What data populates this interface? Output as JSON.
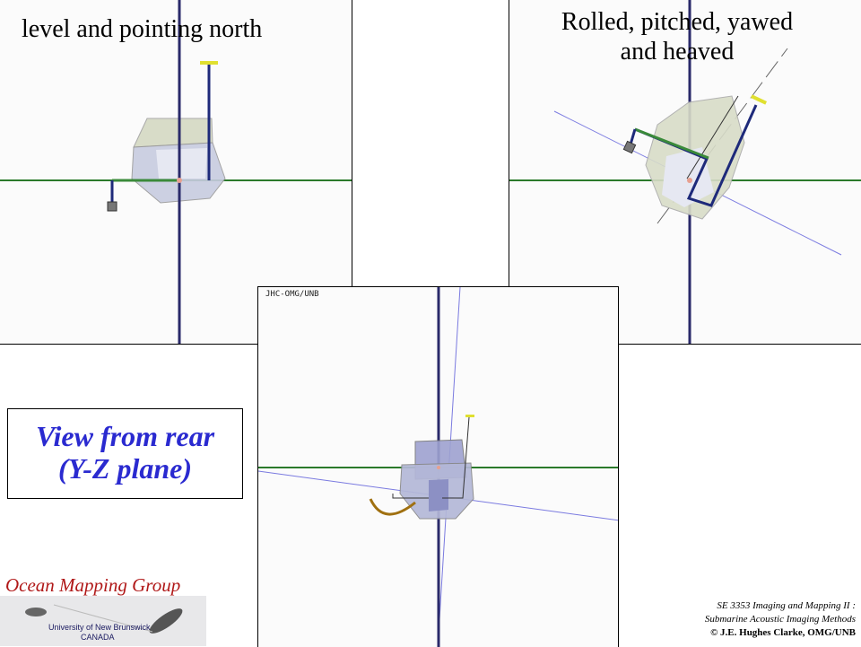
{
  "slide": {
    "caption_left": "level and pointing north",
    "caption_right_line1": "Rolled, pitched, yawed",
    "caption_right_line2": "and heaved",
    "panel_label": "JHC-OMG/UNB",
    "view_line1": "View from rear",
    "view_line2": "(Y-Z plane)"
  },
  "logo": {
    "title": "Ocean Mapping Group",
    "line1": "University of New Brunswick",
    "line2": "CANADA"
  },
  "credits": {
    "line1": "SE 3353 Imaging and Mapping II :",
    "line2": "Submarine Acoustic Imaging Methods",
    "line3": "© J.E. Hughes Clarke, OMG/UNB"
  },
  "colors": {
    "horizon": "#2b7a2b",
    "vertical_axis": "#2a2a6a",
    "hull": "#b4b8d8",
    "boom": "#1e2a7a",
    "arm": "#3a8a3a",
    "gps_marker": "#e0e030",
    "tilted_axis": "#7a7ae0",
    "arc": "#a07010",
    "caption_blue": "#2a2ad0",
    "logo_red": "#b01818"
  }
}
